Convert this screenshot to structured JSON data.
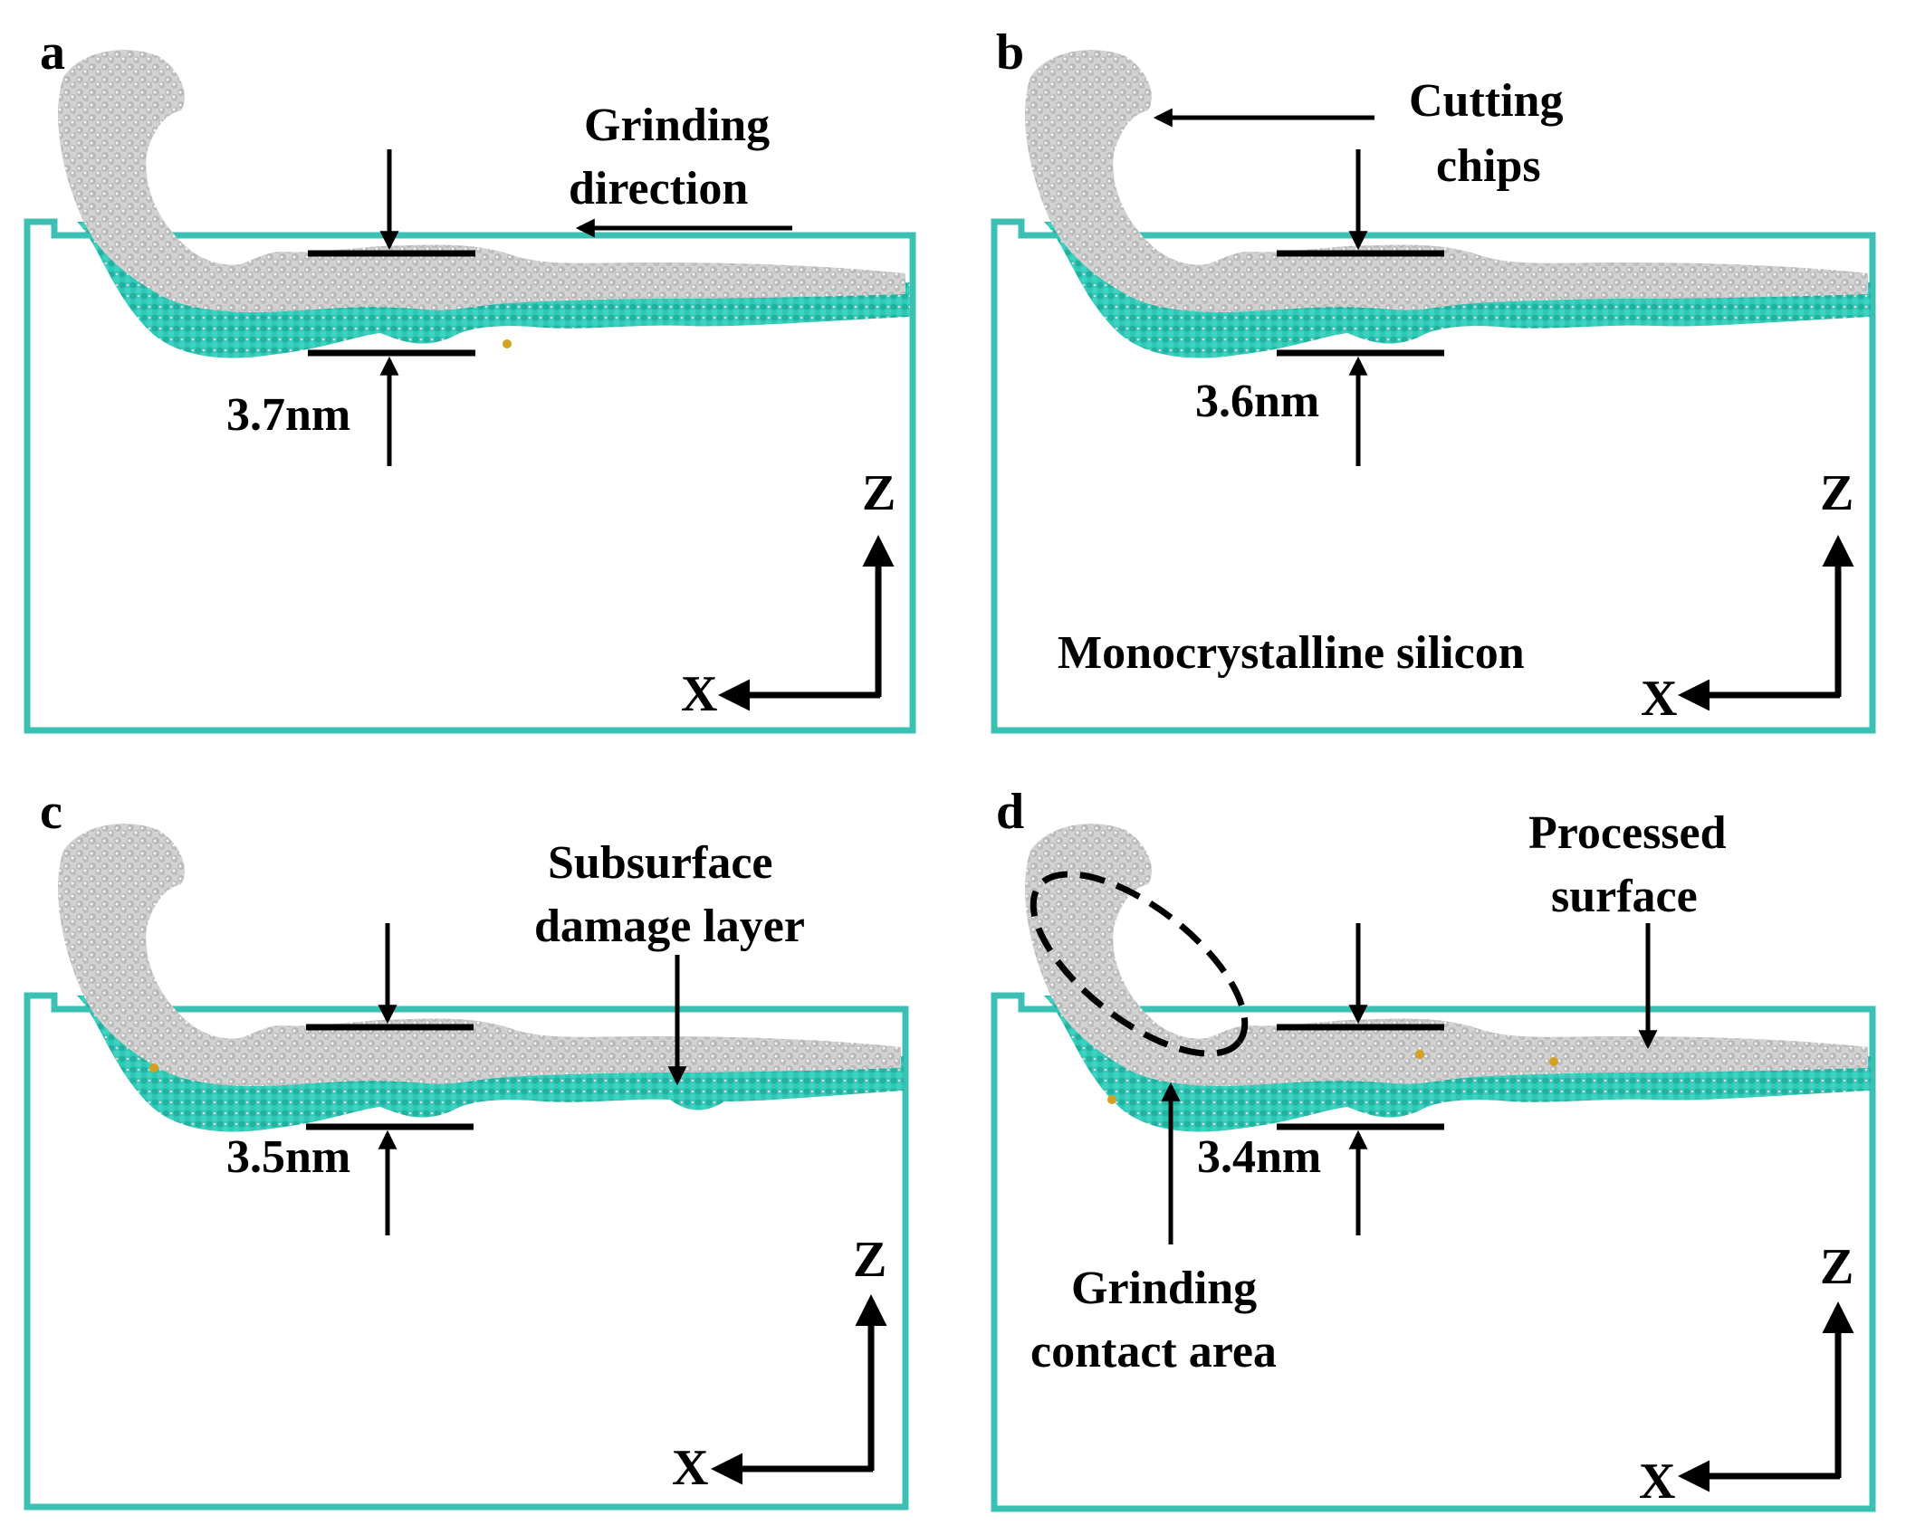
{
  "colors": {
    "substrate_outline": "#3cc0b4",
    "damage_layer": "#2ec4b2",
    "amorphous_atoms": "#c8c8c8",
    "defect_atoms": "#d4a020",
    "annotation": "#000000"
  },
  "panels": [
    {
      "letter": "a",
      "thickness": "3.7nm",
      "axis_z": "Z",
      "axis_x": "X",
      "annotations": [
        "Grinding",
        "direction"
      ]
    },
    {
      "letter": "b",
      "thickness": "3.6nm",
      "axis_z": "Z",
      "axis_x": "X",
      "annotations": [
        "Cutting",
        "chips"
      ],
      "material_label": "Monocrystalline silicon"
    },
    {
      "letter": "c",
      "thickness": "3.5nm",
      "axis_z": "Z",
      "axis_x": "X",
      "annotations": [
        "Subsurface",
        "damage layer"
      ]
    },
    {
      "letter": "d",
      "thickness": "3.4nm",
      "axis_z": "Z",
      "axis_x": "X",
      "annotations": [
        "Processed",
        "surface"
      ],
      "contact_labels": [
        "Grinding",
        "contact area"
      ]
    }
  ]
}
